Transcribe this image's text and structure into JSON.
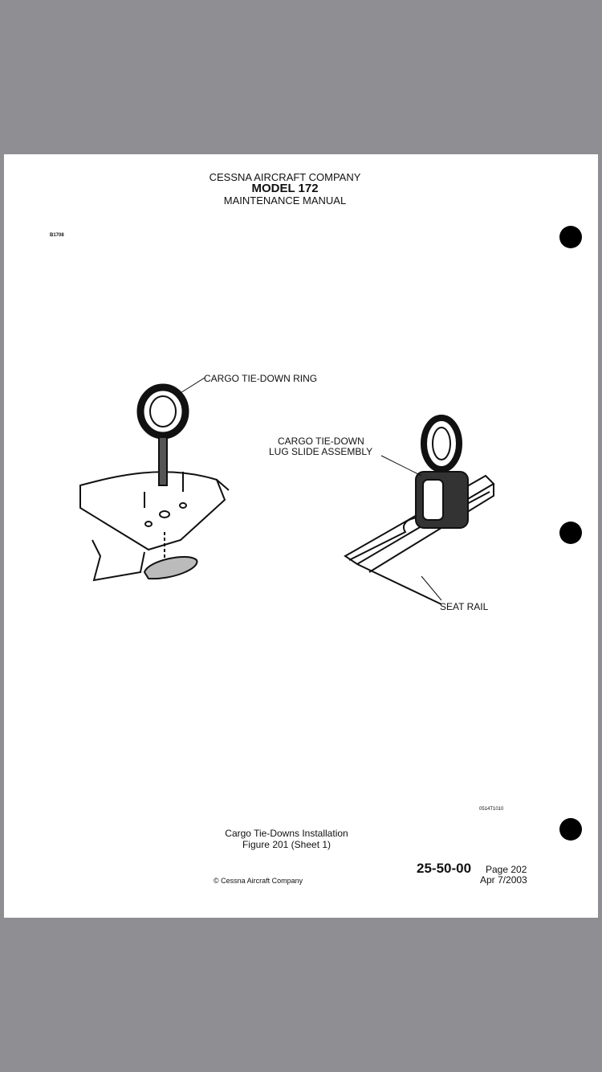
{
  "header": {
    "company": "CESSNA AIRCRAFT COMPANY",
    "model": "MODEL 172",
    "manual": "MAINTENANCE MANUAL"
  },
  "figure_code": "B1708",
  "callouts": {
    "ring": "CARGO TIE-DOWN RING",
    "lug_line1": "CARGO TIE-DOWN",
    "lug_line2": "LUG SLIDE ASSEMBLY",
    "rail": "SEAT RAIL"
  },
  "drawing_number": "0514T1010",
  "caption": {
    "title": "Cargo Tie-Downs Installation",
    "figure": "Figure 201 (Sheet 1)"
  },
  "footer": {
    "section": "25-50-00",
    "page": "Page 202",
    "date": "Apr 7/2003",
    "copyright": "© Cessna Aircraft Company"
  }
}
